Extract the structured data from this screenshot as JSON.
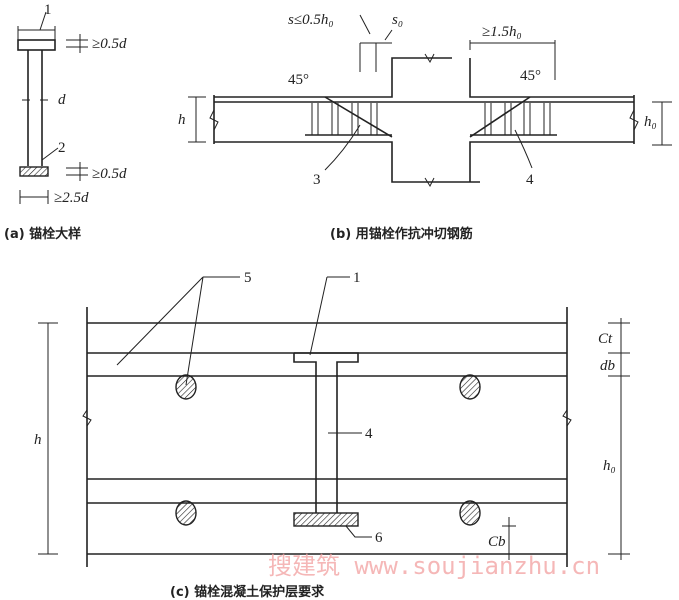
{
  "panel_a": {
    "caption": "(a) 锚栓大样",
    "label_1": "1",
    "label_2": "2",
    "dim_head": "≥0.5d",
    "dim_shank": "d",
    "dim_plate": "≥0.5d",
    "dim_width": "≥2.5d"
  },
  "panel_b": {
    "caption": "(b) 用锚栓作抗冲切钢筋",
    "dim_s": "s≤0.5h₀",
    "dim_s0": "s₀",
    "dim_extent": "≥1.5h₀",
    "angle_left": "45°",
    "angle_right": "45°",
    "dim_h": "h",
    "dim_h0": "h₀",
    "label_3": "3",
    "label_4": "4"
  },
  "panel_c": {
    "caption": "(c) 锚栓混凝土保护层要求",
    "label_5": "5",
    "label_1": "1",
    "label_4": "4",
    "label_6": "6",
    "dim_h": "h",
    "dim_ct": "Ct",
    "dim_db": "db",
    "dim_h0": "h₀",
    "dim_cb": "Cb"
  },
  "watermark": "搜建筑 www.soujianzhu.cn"
}
